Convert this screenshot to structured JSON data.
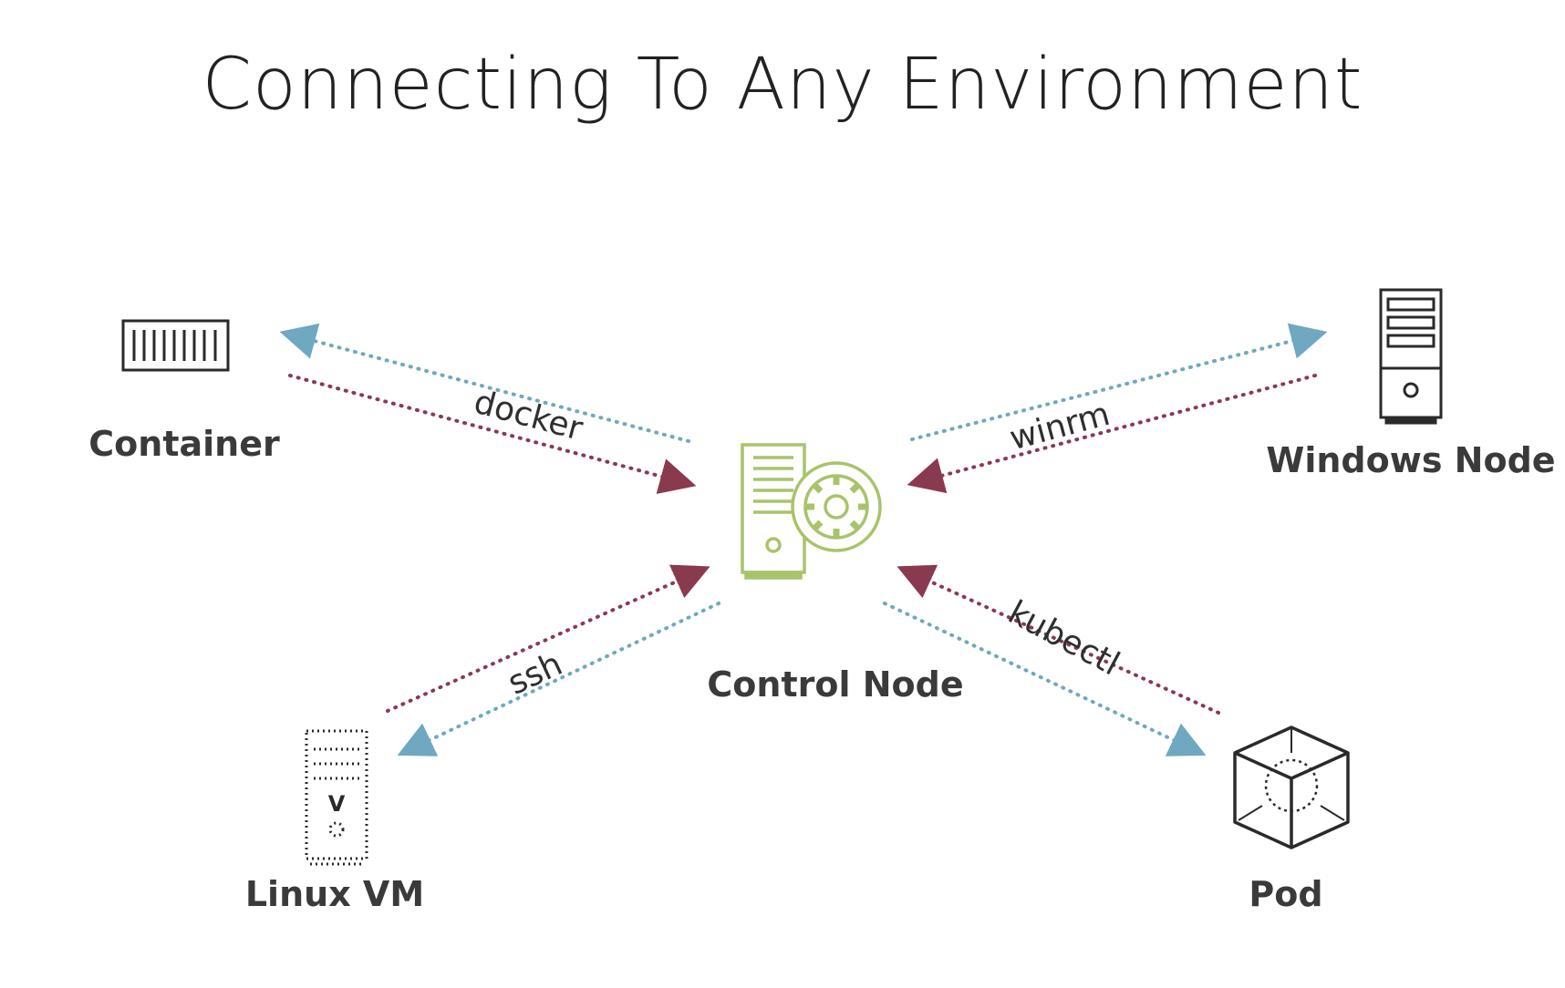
{
  "title": "Connecting To Any Environment",
  "colors": {
    "outbound": "#6fa8c0",
    "inbound": "#8a3a4e",
    "control_node": "#a8c46a",
    "icon_stroke": "#2a2a2a"
  },
  "nodes": {
    "control": {
      "label": "Control Node",
      "icon": "server-gear-icon"
    },
    "container": {
      "label": "Container",
      "icon": "container-icon"
    },
    "windows": {
      "label": "Windows Node",
      "icon": "server-tower-icon"
    },
    "linux": {
      "label": "Linux VM",
      "icon": "virtual-machine-icon"
    },
    "pod": {
      "label": "Pod",
      "icon": "cube-icon"
    }
  },
  "connections": [
    {
      "target": "container",
      "protocol": "docker"
    },
    {
      "target": "windows",
      "protocol": "winrm"
    },
    {
      "target": "linux",
      "protocol": "ssh"
    },
    {
      "target": "pod",
      "protocol": "kubectl"
    }
  ]
}
